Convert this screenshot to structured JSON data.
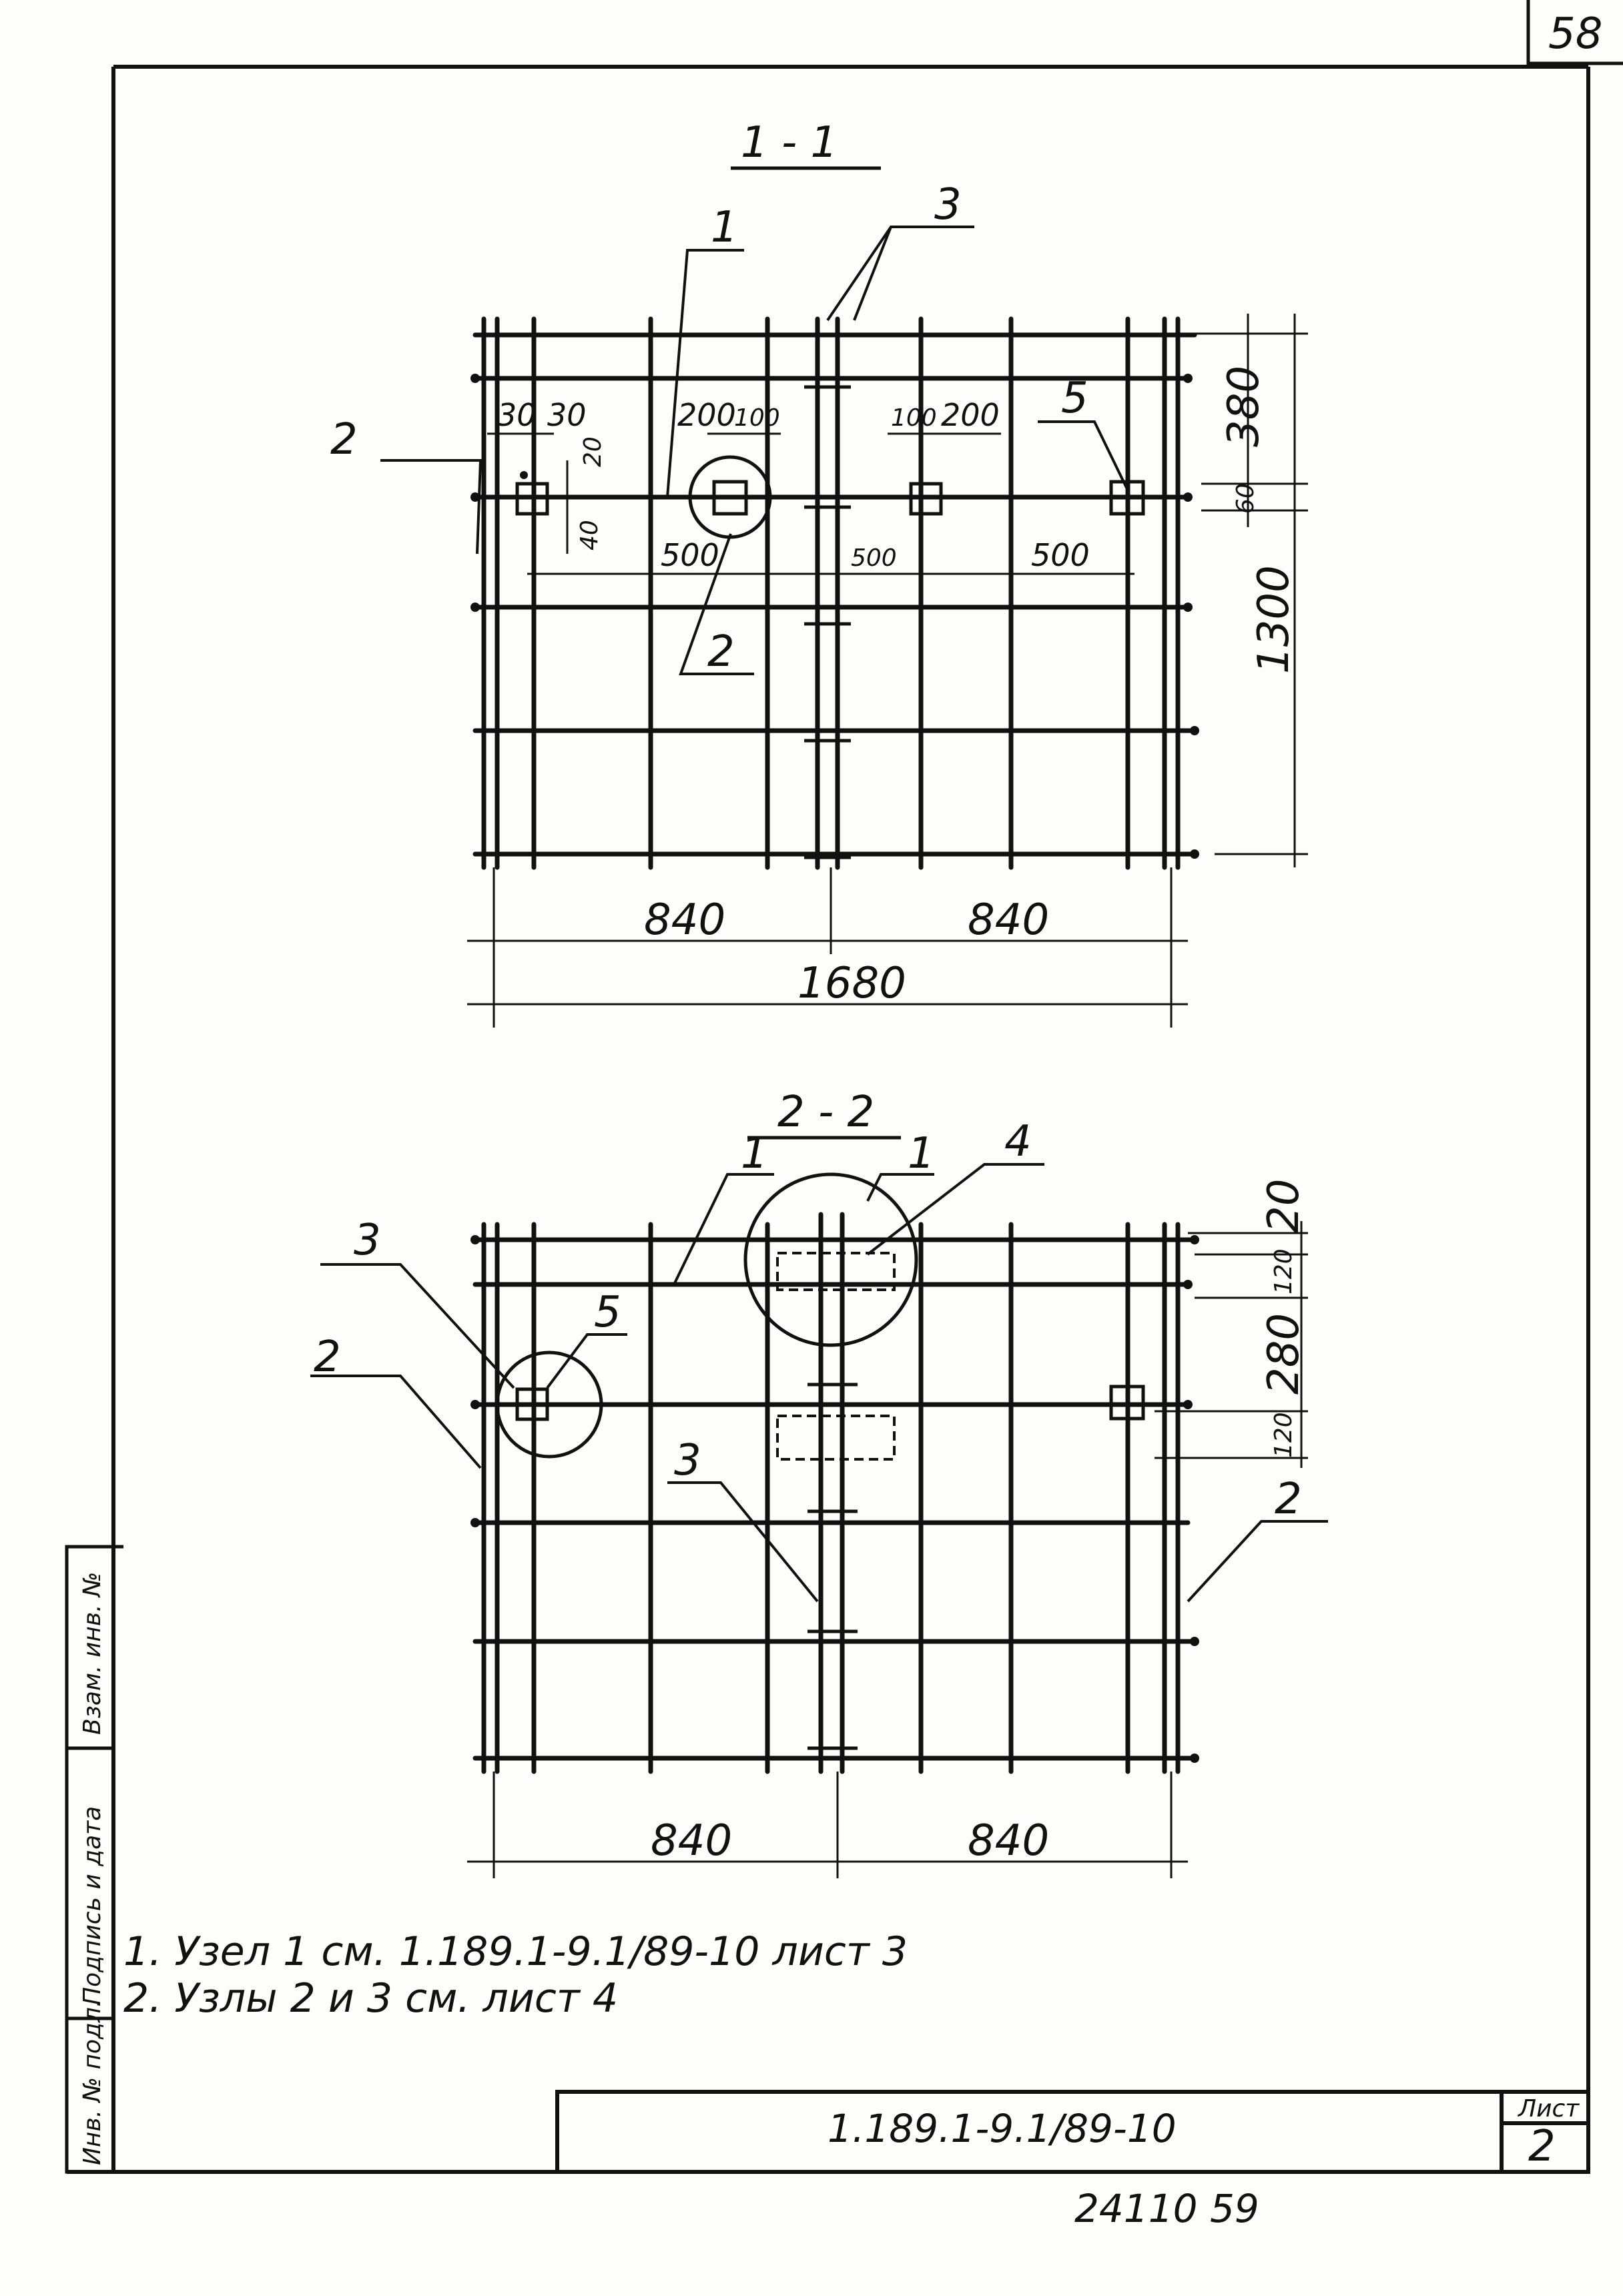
{
  "page_number": "58",
  "sections": {
    "s1": {
      "title": "1 - 1",
      "callouts": [
        "1",
        "2",
        "2",
        "3",
        "5"
      ],
      "dims": {
        "d30a": "30",
        "d30b": "30",
        "d20": "20",
        "d40": "40",
        "d200a": "200",
        "d100a": "100",
        "d100b": "100",
        "d200b": "200",
        "d500a": "500",
        "d500b": "500",
        "d500c": "500",
        "d380": "380",
        "d60": "60",
        "d1300": "1300",
        "d840a": "840",
        "d840b": "840",
        "d1680": "1680"
      }
    },
    "s2": {
      "title": "2 - 2",
      "callouts": [
        "1",
        "1",
        "2",
        "2",
        "3",
        "3",
        "4",
        "5"
      ],
      "dims": {
        "d20": "20",
        "d120a": "120",
        "d280": "280",
        "d120b": "120",
        "d840a": "840",
        "d840b": "840"
      }
    }
  },
  "notes": [
    "1. Узел 1 см. 1.189.1-9.1/89-10 лист 3",
    "2. Узлы 2 и 3 см. лист 4"
  ],
  "side_stamp": {
    "cells": [
      "Взам. инв. №",
      "Подпись и дата",
      "Инв. № подл."
    ]
  },
  "title_block": {
    "doc_code": "1.189.1-9.1/89-10",
    "sheet_label": "Лист",
    "sheet_number": "2"
  },
  "bottom_number": "24110  59"
}
